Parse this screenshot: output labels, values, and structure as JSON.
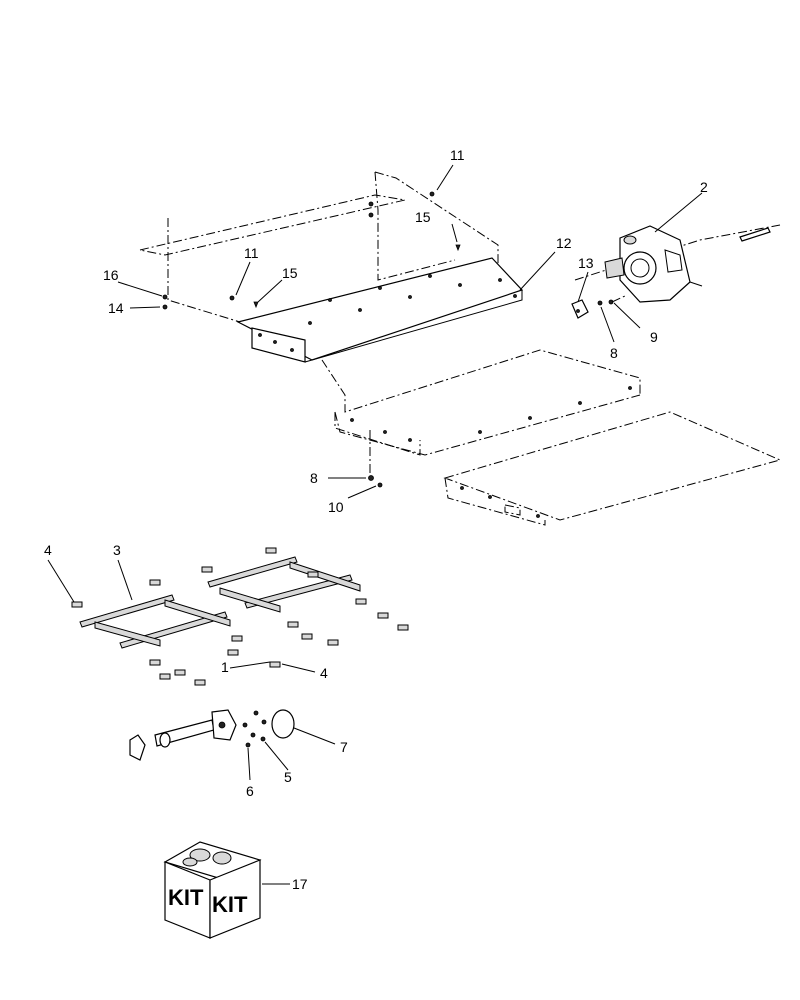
{
  "callouts": {
    "c1": "1",
    "c2": "2",
    "c3": "3",
    "c4a": "4",
    "c4b": "4",
    "c5": "5",
    "c6": "6",
    "c7": "7",
    "c8a": "8",
    "c8b": "8",
    "c9": "9",
    "c10": "10",
    "c11a": "11",
    "c11b": "11",
    "c12": "12",
    "c13": "13",
    "c14": "14",
    "c15a": "15",
    "c15b": "15",
    "c16": "16",
    "c17": "17"
  },
  "kit": {
    "label_left": "KIT",
    "label_right": "KIT"
  }
}
